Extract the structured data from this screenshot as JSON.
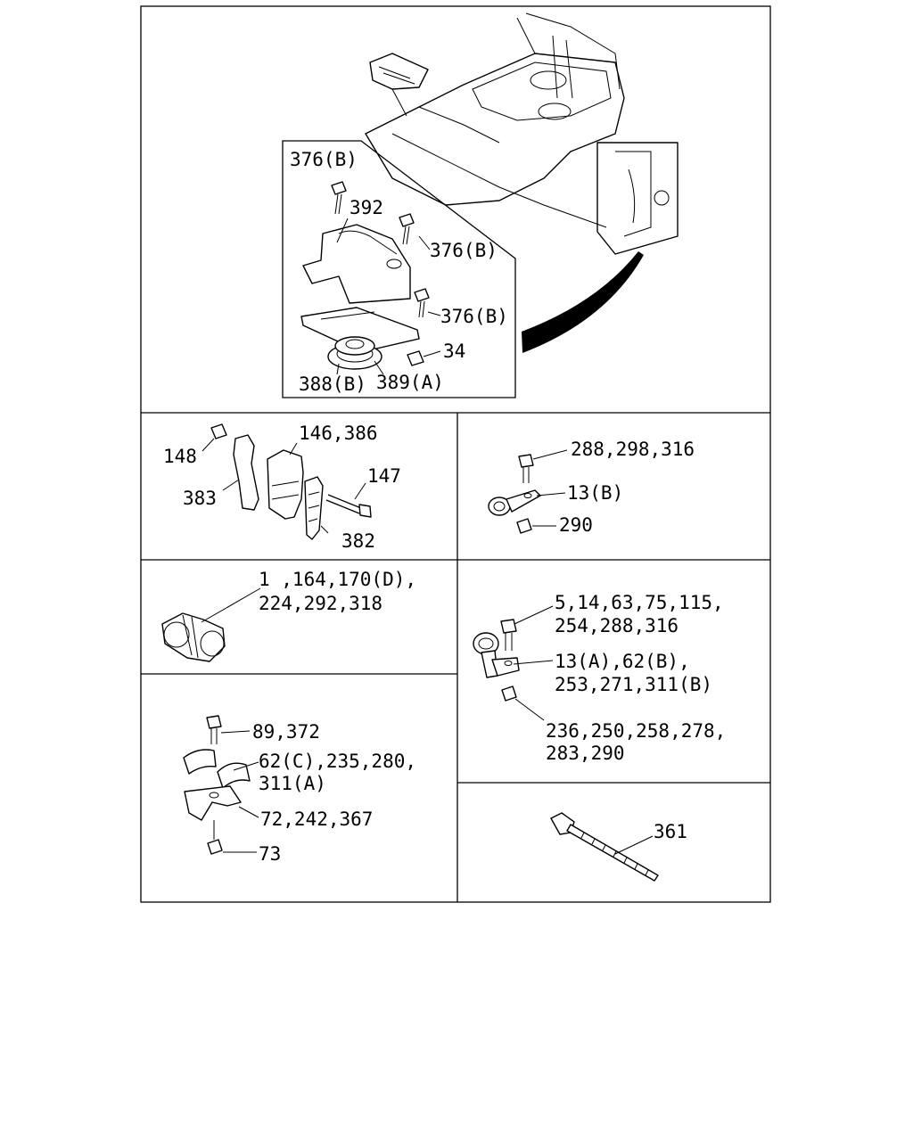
{
  "diagram": {
    "main": {
      "labels": {
        "bolt_top": "376(B)",
        "bracket": "392",
        "bolt_right": "376(B)",
        "bolt_lower": "376(B)",
        "nut": "34",
        "grommet_b": "388(B)",
        "grommet_a": "389(A)"
      }
    },
    "clip_assembly": {
      "labels": {
        "nut": "148",
        "holder": "146,386",
        "bolt": "147",
        "clip_left": "383",
        "clip_right": "382"
      }
    },
    "p_clip_small": {
      "labels": {
        "bolt": "288,298,316",
        "clip": "13(B)",
        "nut": "290"
      }
    },
    "double_clip": {
      "labels": {
        "line1": "1 ,164,170(D),",
        "line2": "224,292,318"
      }
    },
    "p_clip_large": {
      "labels": {
        "bolt_line1": "5,14,63,75,115,",
        "bolt_line2": "254,288,316",
        "clip_line1": "13(A),62(B),",
        "clip_line2": "253,271,311(B)",
        "nut_line1": "236,250,258,278,",
        "nut_line2": "283,290"
      }
    },
    "saddle_clamp": {
      "labels": {
        "bolt": "89,372",
        "clamp_line1": "62(C),235,280,",
        "clamp_line2": "311(A)",
        "bracket": "72,242,367",
        "nut": "73"
      }
    },
    "cable_tie": {
      "labels": {
        "tie": "361"
      }
    }
  }
}
